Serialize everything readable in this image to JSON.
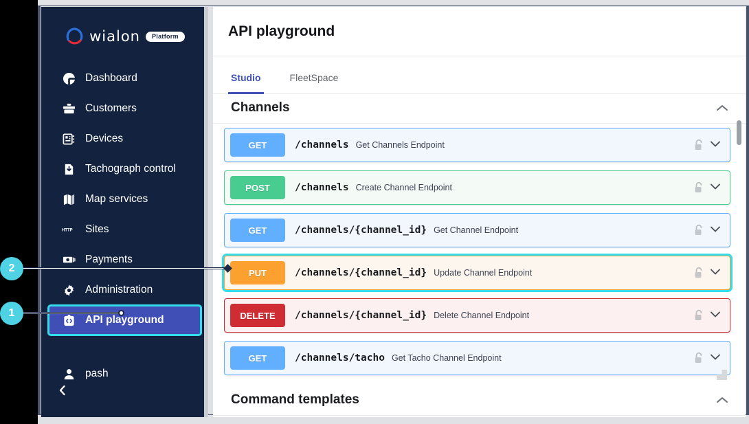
{
  "app": {
    "brand_word": "wialon",
    "brand_badge": "Platform",
    "brand_colors": {
      "blue": "#2d6fd8",
      "red": "#e02b3c",
      "sidebar_bg": "#12223f",
      "accent": "#3f4fb5",
      "highlight": "#35dcea"
    }
  },
  "sidebar": {
    "items": [
      {
        "label": "Dashboard",
        "icon": "dashboard-icon",
        "selected": false
      },
      {
        "label": "Customers",
        "icon": "briefcase-icon",
        "selected": false
      },
      {
        "label": "Devices",
        "icon": "devices-icon",
        "selected": false
      },
      {
        "label": "Tachograph control",
        "icon": "document-download-icon",
        "selected": false
      },
      {
        "label": "Map services",
        "icon": "map-icon",
        "selected": false
      },
      {
        "label": "Sites",
        "icon": "http-icon",
        "selected": false
      },
      {
        "label": "Payments",
        "icon": "payments-icon",
        "selected": false
      },
      {
        "label": "Administration",
        "icon": "gear-icon",
        "selected": false
      },
      {
        "label": "API playground",
        "icon": "api-icon",
        "selected": true
      }
    ],
    "user": {
      "label": "pash",
      "icon": "user-icon"
    },
    "collapse": {
      "icon": "chevron-left-icon"
    }
  },
  "header": {
    "title": "API playground"
  },
  "tabs": [
    {
      "label": "Studio",
      "active": true
    },
    {
      "label": "FleetSpace",
      "active": false
    }
  ],
  "sections": [
    {
      "title": "Channels",
      "collapse_icon": "chevron-up-icon",
      "operations": [
        {
          "method": "GET",
          "cls": "get",
          "path": "/channels",
          "desc": "Get Channels Endpoint",
          "lock": "unlock-icon",
          "expand": "chevron-down-icon",
          "highlight": false
        },
        {
          "method": "POST",
          "cls": "post",
          "path": "/channels",
          "desc": "Create Channel Endpoint",
          "lock": "unlock-icon",
          "expand": "chevron-down-icon",
          "highlight": false
        },
        {
          "method": "GET",
          "cls": "get",
          "path": "/channels/{channel_id}",
          "desc": "Get Channel Endpoint",
          "lock": "unlock-icon",
          "expand": "chevron-down-icon",
          "highlight": false
        },
        {
          "method": "PUT",
          "cls": "put",
          "path": "/channels/{channel_id}",
          "desc": "Update Channel Endpoint",
          "lock": "unlock-icon",
          "expand": "chevron-down-icon",
          "highlight": true
        },
        {
          "method": "DELETE",
          "cls": "del",
          "path": "/channels/{channel_id}",
          "desc": "Delete Channel Endpoint",
          "lock": "unlock-icon",
          "expand": "chevron-down-icon",
          "highlight": false
        },
        {
          "method": "GET",
          "cls": "get",
          "path": "/channels/tacho",
          "desc": "Get Tacho Channel Endpoint",
          "lock": "unlock-icon",
          "expand": "chevron-down-icon",
          "highlight": false
        }
      ]
    },
    {
      "title": "Command templates",
      "collapse_icon": "chevron-up-icon",
      "operations": []
    }
  ],
  "annotations": [
    {
      "number": "2",
      "target": "put-operation-row"
    },
    {
      "number": "1",
      "target": "sidebar-item-api-playground"
    }
  ]
}
